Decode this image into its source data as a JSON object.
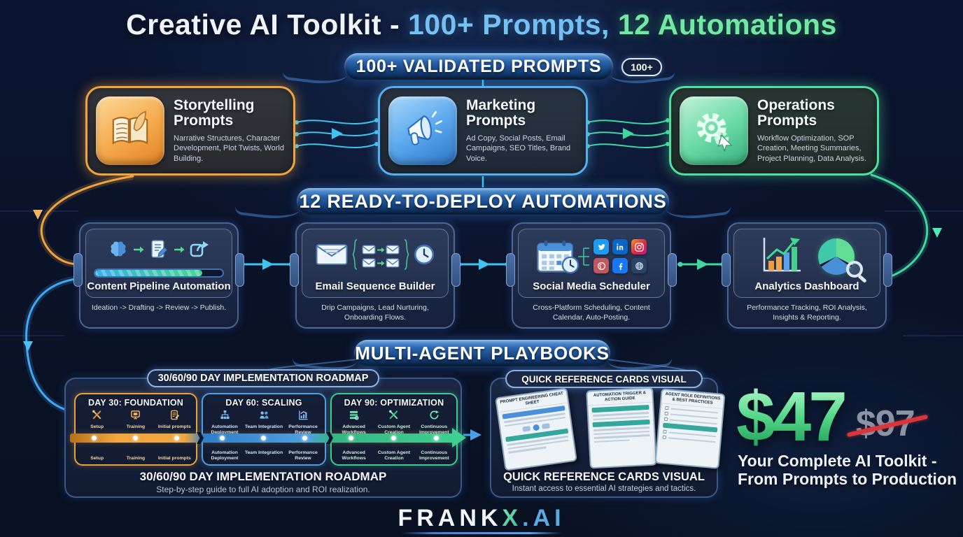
{
  "header": {
    "title_white": "Creative AI Toolkit - ",
    "title_blue": "100+ Prompts,",
    "title_green": " 12 Automations"
  },
  "banners": {
    "validated_prompts": "100+ VALIDATED PROMPTS",
    "validated_prompts_badge": "100+",
    "automations": "12 READY-TO-DEPLOY AUTOMATIONS",
    "playbooks": "MULTI-AGENT PLAYBOOKS"
  },
  "prompt_cards": [
    {
      "title": "Storytelling Prompts",
      "description": "Narrative Structures, Character Development, Plot Twists, World Building.",
      "icon": "open-book-quill-icon",
      "accent": "#f0a43c"
    },
    {
      "title": "Marketing Prompts",
      "description": "Ad Copy, Social Posts, Email Campaigns, SEO Titles, Brand Voice.",
      "icon": "megaphone-icon",
      "accent": "#56b0f0"
    },
    {
      "title": "Operations Prompts",
      "description": "Workflow Optimization, SOP Creation, Meeting Summaries, Project Planning, Data Analysis.",
      "icon": "gears-cursor-icon",
      "accent": "#4fe0a0"
    }
  ],
  "automation_cards": [
    {
      "title": "Content Pipeline Automation",
      "description": "Ideation -> Drafting -> Review -> Publish.",
      "icons": [
        "brain-icon",
        "arrow-icon",
        "document-pencil-icon",
        "arrow-icon",
        "share-icon",
        "progress-bar"
      ]
    },
    {
      "title": "Email Sequence Builder",
      "description": "Drip Campaigns, Lead Nurturing, Onboarding Flows.",
      "icons": [
        "envelope-icon",
        "mini-envelope-branch-icons",
        "clock-icon"
      ]
    },
    {
      "title": "Social Media Scheduler",
      "description": "Cross-Platform Scheduling, Content Calendar, Auto-Posting.",
      "icons": [
        "calendar-icon",
        "clock-icon",
        "twitter-icon",
        "linkedin-icon",
        "instagram-icon",
        "pinterest-icon",
        "facebook-icon",
        "globe-icon"
      ]
    },
    {
      "title": "Analytics Dashboard",
      "description": "Performance Tracking, ROI Analysis, Insights & Reporting.",
      "icons": [
        "bar-chart-icon",
        "pie-chart-icon",
        "magnifier-icon"
      ]
    }
  ],
  "roadmap": {
    "header": "30/60/90 DAY IMPLEMENTATION ROADMAP",
    "phases": [
      {
        "title": "DAY 30: FOUNDATION",
        "accent": "#e8a23c",
        "steps": [
          "Setup",
          "Training",
          "Initial prompts"
        ],
        "icons": [
          "tools-icon",
          "monitor-icon",
          "document-icon"
        ]
      },
      {
        "title": "DAY 60: SCALING",
        "accent": "#4f9fe0",
        "steps": [
          "Automation Deployment",
          "Team Integration",
          "Performance Review"
        ],
        "icons": [
          "org-chart-icon",
          "team-icon",
          "chart-icon"
        ]
      },
      {
        "title": "DAY 90: OPTIMIZATION",
        "accent": "#42c98e",
        "steps": [
          "Advanced Workflows",
          "Custom Agent Creation",
          "Continuous Improvement"
        ],
        "icons": [
          "layers-icon",
          "tools-icon",
          "refresh-icon"
        ]
      }
    ],
    "footer_title": "30/60/90 DAY IMPLEMENTATION ROADMAP",
    "footer_subtitle": "Step-by-step guide to full AI adoption and ROI realization."
  },
  "reference": {
    "header": "QUICK REFERENCE CARDS VISUAL",
    "cards": [
      {
        "title": "PROMPT ENGINEERING CHEAT SHEET"
      },
      {
        "title": "AUTOMATION TRIGGER & ACTION GUIDE"
      },
      {
        "title": "AGENT ROLE DEFINITIONS & BEST PRACTICES"
      }
    ],
    "footer_title": "QUICK REFERENCE CARDS VISUAL",
    "footer_subtitle": "Instant access to essential AI strategies and tactics."
  },
  "pricing": {
    "price": "$47",
    "old_price": "$97",
    "tagline_line1": "Your Complete AI Toolkit -",
    "tagline_line2": "From Prompts to Production"
  },
  "brand": {
    "frank": "FRANK",
    "x": "X",
    "ai": ".AI"
  },
  "colors": {
    "background": "#0a1228",
    "banner_blue": "#2c64aa",
    "accent_orange": "#f0a43c",
    "accent_blue": "#56b0f0",
    "accent_green": "#4fe0a0",
    "cyan_flow": "#3fc4f0",
    "green_flow": "#3fd9a0",
    "price_green": "#57d98b",
    "strike_red": "#d8363a",
    "title_blue": "#74c0f2",
    "title_green": "#72e8a4"
  }
}
